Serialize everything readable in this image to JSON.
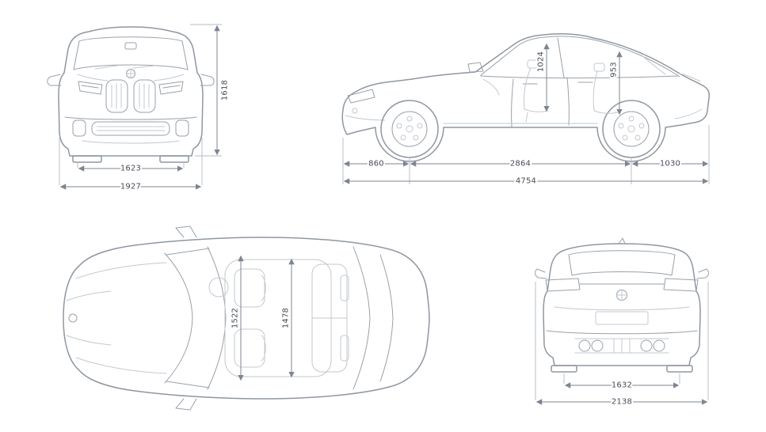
{
  "colors": {
    "background": "#ffffff",
    "car_line": "#8f97a0",
    "light_line": "#c3c8ce",
    "dimension_line": "#7d8590",
    "label_text": "#474c54"
  },
  "front_view": {
    "height": "1618",
    "track_width": "1623",
    "overall_width": "1927"
  },
  "side_view": {
    "front_overhang": "860",
    "wheelbase": "2864",
    "rear_overhang": "1030",
    "overall_length": "4754",
    "front_interior_height": "1024",
    "rear_interior_height": "953"
  },
  "top_view": {
    "front_interior_width": "1522",
    "rear_interior_width": "1478"
  },
  "rear_view": {
    "track_width": "1632",
    "overall_width": "2138"
  }
}
